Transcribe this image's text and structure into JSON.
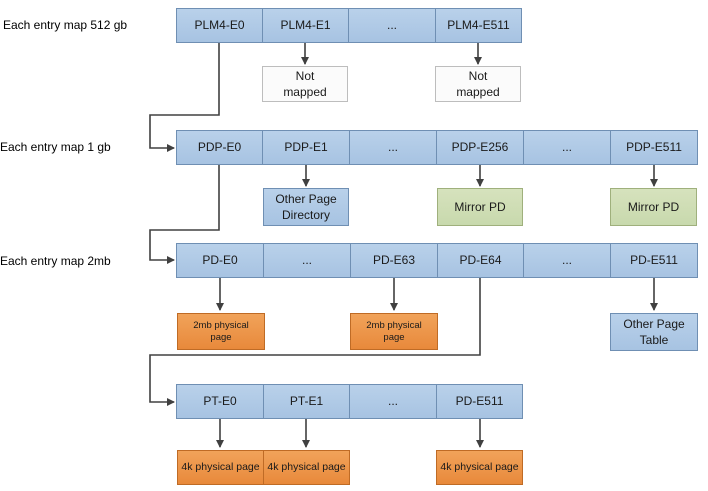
{
  "row_labels": {
    "pml4": "Each entry map 512 gb",
    "pdp": "Each entry map 1 gb",
    "pd": "Each entry map 2mb"
  },
  "pml4_row": [
    "PLM4-E0",
    "PLM4-E1",
    "...",
    "PLM4-E511"
  ],
  "pml4_targets": {
    "e1": "Not\nmapped",
    "e511": "Not\nmapped"
  },
  "pdp_row": [
    "PDP-E0",
    "PDP-E1",
    "...",
    "PDP-E256",
    "...",
    "PDP-E511"
  ],
  "pdp_targets": {
    "e1": "Other Page\nDirectory",
    "e256": "Mirror PD",
    "e511": "Mirror PD"
  },
  "pd_row": [
    "PD-E0",
    "...",
    "PD-E63",
    "PD-E64",
    "...",
    "PD-E511"
  ],
  "pd_targets": {
    "e0": "2mb physical\npage",
    "e63": "2mb physical\npage",
    "e511": "Other Page\nTable"
  },
  "pt_row": [
    "PT-E0",
    "PT-E1",
    "...",
    "PD-E511"
  ],
  "pt_targets": {
    "e0": "4k physical page",
    "e1": "4k physical page",
    "e511": "4k physical page"
  },
  "colors": {
    "table_cell": "#a7c3e2",
    "unmapped": "#fbfbfb",
    "mirror": "#c8d9ad",
    "physical_page": "#e8893b",
    "connector": "#404040"
  }
}
